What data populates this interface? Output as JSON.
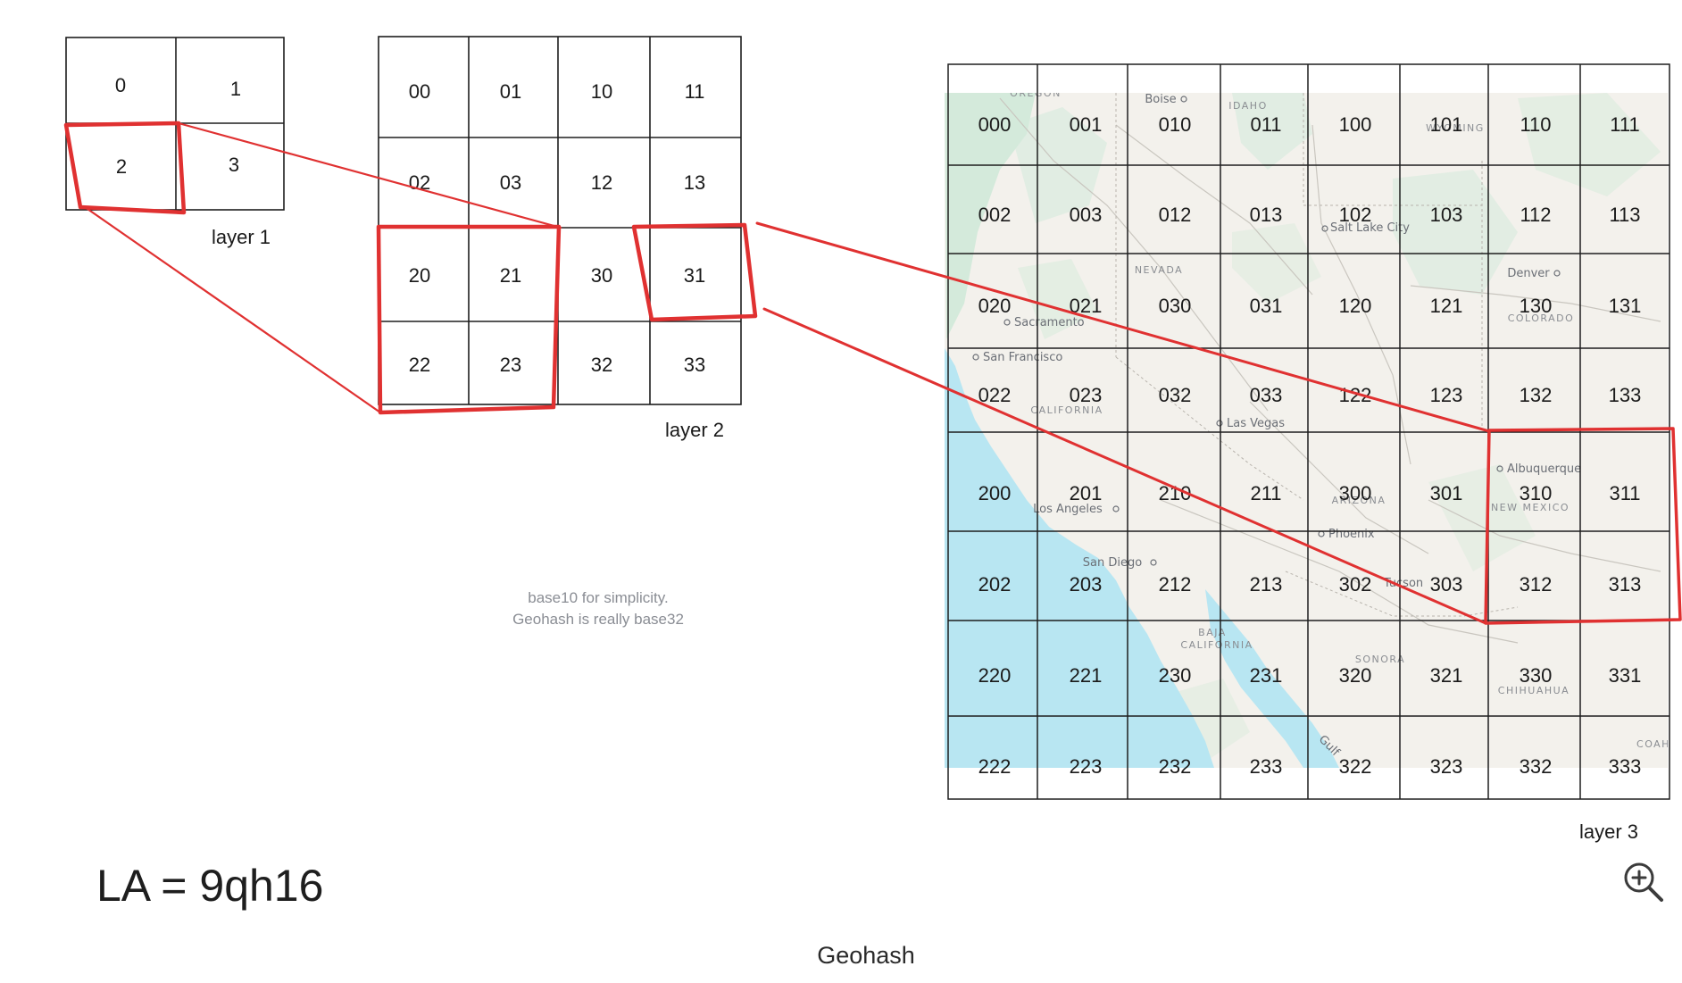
{
  "layer1": {
    "label": "layer 1",
    "cells": [
      "0",
      "1",
      "2",
      "3"
    ]
  },
  "layer2": {
    "label": "layer 2",
    "rows": [
      [
        "00",
        "01",
        "10",
        "11"
      ],
      [
        "02",
        "03",
        "12",
        "13"
      ],
      [
        "20",
        "21",
        "30",
        "31"
      ],
      [
        "22",
        "23",
        "32",
        "33"
      ]
    ]
  },
  "layer3": {
    "label": "layer 3",
    "rows": [
      [
        "000",
        "001",
        "010",
        "011",
        "100",
        "101",
        "110",
        "111"
      ],
      [
        "002",
        "003",
        "012",
        "013",
        "102",
        "103",
        "112",
        "113"
      ],
      [
        "020",
        "021",
        "030",
        "031",
        "120",
        "121",
        "130",
        "131"
      ],
      [
        "022",
        "023",
        "032",
        "033",
        "122",
        "123",
        "132",
        "133"
      ],
      [
        "200",
        "201",
        "210",
        "211",
        "300",
        "301",
        "310",
        "311"
      ],
      [
        "202",
        "203",
        "212",
        "213",
        "302",
        "303",
        "312",
        "313"
      ],
      [
        "220",
        "221",
        "230",
        "231",
        "320",
        "321",
        "330",
        "331"
      ],
      [
        "222",
        "223",
        "232",
        "233",
        "322",
        "323",
        "332",
        "333"
      ]
    ]
  },
  "map_places": [
    "OREGON",
    "Boise",
    "IDAHO",
    "WYOMING",
    "Salt Lake City",
    "NEVADA",
    "Denver",
    "COLORADO",
    "Sacramento",
    "San Francisco",
    "CALIFORNIA",
    "Las Vegas",
    "Albuquerque",
    "NEW MEXICO",
    "ARIZONA",
    "Phoenix",
    "Los Angeles",
    "San Diego",
    "Tucson",
    "BAJA",
    "CALIFORNIA",
    "SONORA",
    "CHIHUAHUA",
    "COAH",
    "Gulf"
  ],
  "note": {
    "line1": "base10 for simplicity.",
    "line2": "Geohash is really base32"
  },
  "example": "LA = 9qh16",
  "caption": "Geohash",
  "colors": {
    "highlight": "#e03131",
    "grid": "#1e1e1e",
    "water": "#b8e6f2",
    "land": "#f3f1ec",
    "vegetation": "#cdebd9"
  },
  "icons": {
    "zoom": "zoom-in-icon"
  }
}
